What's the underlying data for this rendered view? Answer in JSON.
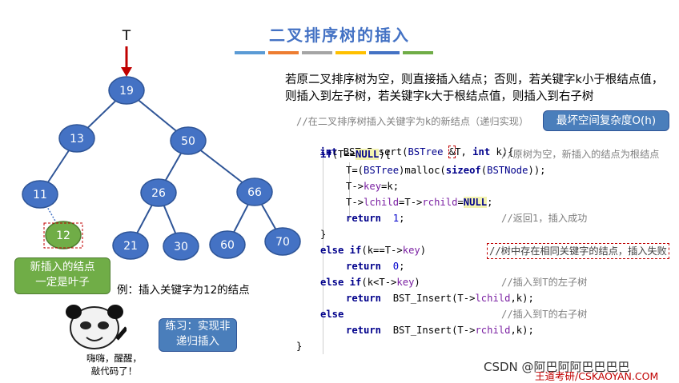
{
  "slide": {
    "title": "二叉排序树的插入"
  },
  "title_bar_colors": [
    "#5b9bd5",
    "#ed7d31",
    "#a5a5a5",
    "#ffc000",
    "#4472c4",
    "#70ad47"
  ],
  "tree": {
    "pointer_label": "T",
    "nodes": [
      {
        "key": "19",
        "new": false
      },
      {
        "key": "13",
        "new": false
      },
      {
        "key": "50",
        "new": false
      },
      {
        "key": "11",
        "new": false
      },
      {
        "key": "26",
        "new": false
      },
      {
        "key": "66",
        "new": false
      },
      {
        "key": "12",
        "new": true
      },
      {
        "key": "21",
        "new": false
      },
      {
        "key": "30",
        "new": false
      },
      {
        "key": "60",
        "new": false
      },
      {
        "key": "70",
        "new": false
      }
    ],
    "node_color": "#4472c4",
    "new_node_color": "#70ad47",
    "edges": [
      [
        "19",
        "13"
      ],
      [
        "19",
        "50"
      ],
      [
        "13",
        "11"
      ],
      [
        "50",
        "26"
      ],
      [
        "50",
        "66"
      ],
      [
        "11",
        "12"
      ],
      [
        "26",
        "21"
      ],
      [
        "26",
        "30"
      ],
      [
        "66",
        "60"
      ],
      [
        "66",
        "70"
      ]
    ]
  },
  "callouts": {
    "new_node": "新插入的结点\n一定是叶子",
    "worst_space": "最坏空间复杂度O(h)",
    "exercise": "练习：实现非\n递归插入"
  },
  "example_caption": "例：插入关键字为12的结点",
  "meme_caption": "嗨嗨，醒醒，\n敲代码了！",
  "intro_text": "若原二叉排序树为空，则直接插入结点；否则，若关键字k小于根结点值，则插入到左子树，若关键字k大于根结点值，则插入到右子树",
  "code": {
    "line1_comment": "//在二叉排序树插入关键字为k的新结点（递归实现）",
    "lines": [
      {
        "text": "int BST_Insert(BSTree &T, int k){"
      },
      {
        "text": "if(T==NULL){"
      },
      {
        "text": "T=(BSTree)malloc(sizeof(BSTNode));"
      },
      {
        "text": "T->key=k;"
      },
      {
        "text": "T->lchild=T->rchild=NULL;"
      },
      {
        "text": "return  1;"
      },
      {
        "text": "}"
      },
      {
        "text": "else if(k==T->key)"
      },
      {
        "text": "return  0;"
      },
      {
        "text": "else if(k<T->key)"
      },
      {
        "text": "return  BST_Insert(T->lchild,k);"
      },
      {
        "text": "else"
      },
      {
        "text": "return  BST_Insert(T->rchild,k);"
      },
      {
        "text": "}"
      }
    ],
    "comments": {
      "null_case": "//原树为空，新插入的结点为根结点",
      "success": "//返回1，插入成功",
      "duplicate": "//树中存在相同关键字的结点，插入失败",
      "left": "//插入到T的左子树",
      "right": "//插入到T的右子树"
    }
  },
  "footer": {
    "watermark_csdn": "CSDN @阿巴阿阿巴巴巴巴",
    "brand": "王道考研/CSKAOYAN.COM"
  }
}
